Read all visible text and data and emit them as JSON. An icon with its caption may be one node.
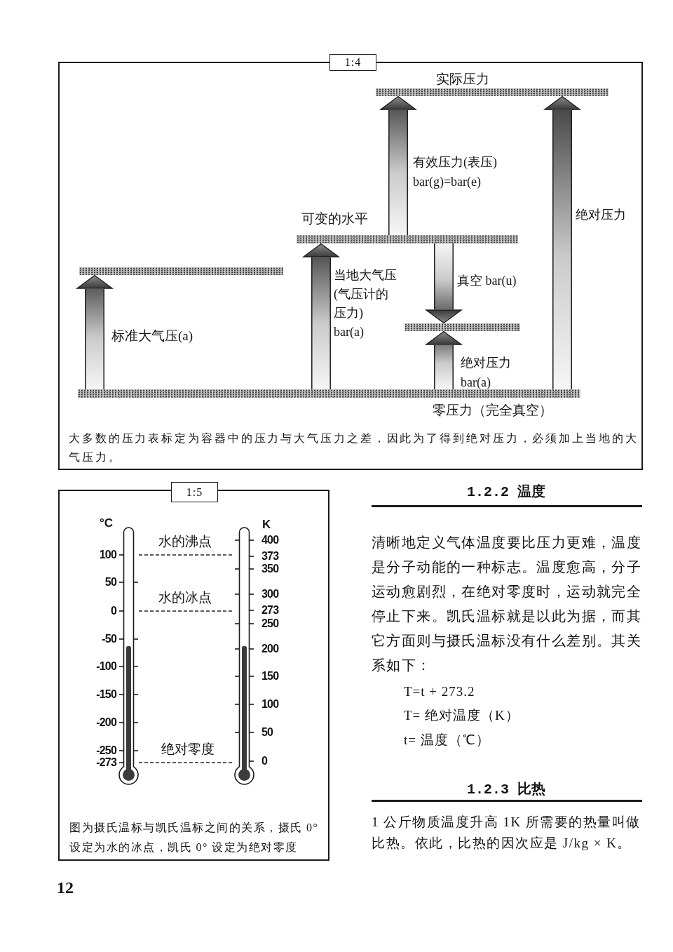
{
  "diagram": {
    "nodes": [
      {
        "text": [
          "1:4",
          "大多数的压力表标定为容器中的压力与大气压力之差，因此为了得到绝对压力，必须加上当地的大气压力。"
        ]
      },
      {
        "text": [],
        "shape": "bar",
        "beside": [
          "实际压力"
        ],
        "in": 0
      },
      {
        "text": [],
        "shape": "bar",
        "beside": [
          "可变的水平"
        ],
        "in": 0
      },
      {
        "text": [],
        "shape": "bar",
        "in": 0
      },
      {
        "text": [],
        "shape": "bar",
        "in": 0
      },
      {
        "text": [],
        "shape": "bar",
        "beside": [
          "零压力（完全真空）"
        ],
        "in": 0
      },
      {
        "text": [
          "1:5",
          "图为摄氏温标与凯氏温标之间的关系，摄氏 0° 设定为水的冰点，凯氏 0° 设定为绝对零度"
        ]
      },
      {
        "text": [],
        "shape": "thermometer",
        "beside": [
          "°C",
          "100",
          "50",
          "0",
          "-50",
          "-100",
          "-150",
          "-200",
          "-250",
          "-273"
        ],
        "in": 6
      },
      {
        "text": [],
        "shape": "thermometer",
        "beside": [
          "K",
          "400",
          "373",
          "350",
          "300",
          "273",
          "250",
          "200",
          "150",
          "100",
          "50",
          "0"
        ],
        "in": 6
      }
    ],
    "edges": [
      {
        "from": 5,
        "to": 3,
        "arrow": "to",
        "label": "标准大气压(a)"
      },
      {
        "from": 5,
        "to": 2,
        "arrow": "to",
        "label": "当地大气压(气压计的压力) bar(a)"
      },
      {
        "from": 2,
        "to": 1,
        "arrow": "to",
        "label": "有效压力(表压) bar(g)=bar(e)"
      },
      {
        "from": 2,
        "to": 4,
        "arrow": "to",
        "label": "真空 bar(u)"
      },
      {
        "from": 5,
        "to": 4,
        "arrow": "to",
        "label": "绝对压力 bar(a)"
      },
      {
        "from": 5,
        "to": 1,
        "arrow": "to",
        "label": "绝对压力"
      },
      {
        "from": 7,
        "to": 8,
        "arrow": "none",
        "style": "dashed",
        "label": "水的沸点"
      },
      {
        "from": 7,
        "to": 8,
        "arrow": "none",
        "style": "dashed",
        "label": "水的冰点"
      },
      {
        "from": 7,
        "to": 8,
        "arrow": "none",
        "style": "dashed",
        "label": "绝对零度"
      }
    ],
    "labels": [
      "1.2.2 温度",
      "清晰地定义气体温度要比压力更难，温度是分子动能的一种标志。温度愈高，分子运动愈剧烈，在绝对零度时，运动就完全停止下来。凯氏温标就是以此为据，而其它方面则与摄氏温标没有什么差别。其关系如下：",
      "T=t + 273.2",
      "T= 绝对温度（K）",
      "t= 温度（℃）",
      "1.2.3 比热",
      "1 公斤物质温度升高 1K 所需要的热量叫做比热。依此，比热的因次应是 J/kg × K。",
      "12"
    ]
  }
}
